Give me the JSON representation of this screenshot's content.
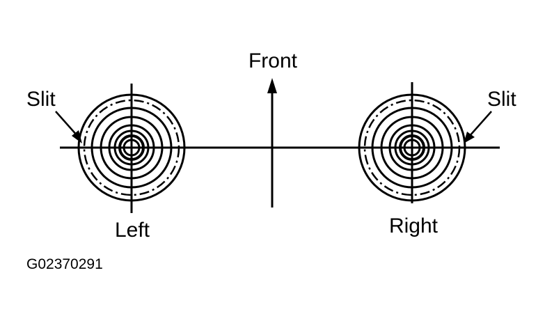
{
  "labels": {
    "front": "Front",
    "slit_left": "Slit",
    "slit_right": "Slit",
    "left": "Left",
    "right": "Right",
    "figure_code": "G02370291"
  },
  "colors": {
    "ink": "#000000",
    "background": "#ffffff"
  }
}
